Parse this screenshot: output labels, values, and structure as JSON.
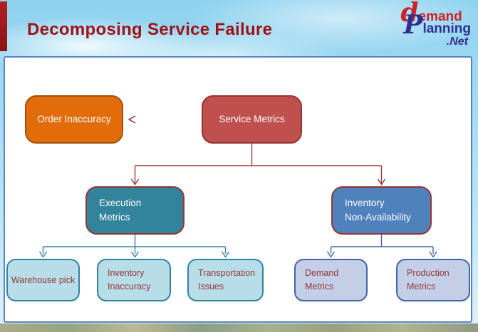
{
  "slide": {
    "title": "Decomposing Service Failure",
    "title_color": "#9e1218"
  },
  "logo": {
    "line1_initial": "d",
    "line1_rest": "emand",
    "line2_initial": "P",
    "line2_rest": "lanning",
    "line3": ".Net",
    "red": "#cc2229",
    "blue": "#2e3192",
    "net_color": "#3b2f8f"
  },
  "diagram": {
    "nodes": [
      {
        "id": "order-inaccuracy",
        "label": "Order Inaccuracy",
        "fill": "#e36c0a",
        "border": "#a1510a",
        "text_color": "#ffffff"
      },
      {
        "id": "service-metrics",
        "label": "Service Metrics",
        "fill": "#c0504d",
        "border": "#943634",
        "text_color": "#ffffff"
      },
      {
        "id": "execution-metrics",
        "label": "Execution\nMetrics",
        "fill": "#31849b",
        "border": "#943634",
        "text_color": "#ffffff"
      },
      {
        "id": "inventory-non-availability",
        "label": "Inventory\nNon-Availability",
        "fill": "#4f81bd",
        "border": "#943634",
        "text_color": "#ffffff"
      },
      {
        "id": "warehouse-pick",
        "label": "Warehouse pick",
        "fill": "#b7dde8",
        "border": "#35849e",
        "text_color": "#953735"
      },
      {
        "id": "inventory-inaccuracy",
        "label": "Inventory\nInaccuracy",
        "fill": "#b7dde8",
        "border": "#35849e",
        "text_color": "#953735"
      },
      {
        "id": "transportation-issues",
        "label": "Transportation\nIssues",
        "fill": "#b7dde8",
        "border": "#35849e",
        "text_color": "#953735"
      },
      {
        "id": "demand-metrics",
        "label": "Demand\nMetrics",
        "fill": "#c4cee6",
        "border": "#3f67a2",
        "text_color": "#953735"
      },
      {
        "id": "production-metrics",
        "label": "Production\nMetrics",
        "fill": "#c4cee6",
        "border": "#3f67a2",
        "text_color": "#953735"
      }
    ],
    "edges": [
      {
        "from": "service-metrics",
        "to": "order-inaccuracy"
      },
      {
        "from": "service-metrics",
        "to": "execution-metrics"
      },
      {
        "from": "service-metrics",
        "to": "inventory-non-availability"
      },
      {
        "from": "execution-metrics",
        "to": "warehouse-pick"
      },
      {
        "from": "execution-metrics",
        "to": "inventory-inaccuracy"
      },
      {
        "from": "execution-metrics",
        "to": "transportation-issues"
      },
      {
        "from": "inventory-non-availability",
        "to": "demand-metrics"
      },
      {
        "from": "inventory-non-availability",
        "to": "production-metrics"
      }
    ],
    "connector_colors": {
      "service_tree": "#9c3a38",
      "execution_tree": "#35849e",
      "inventory_tree": "#3f67a2"
    }
  }
}
